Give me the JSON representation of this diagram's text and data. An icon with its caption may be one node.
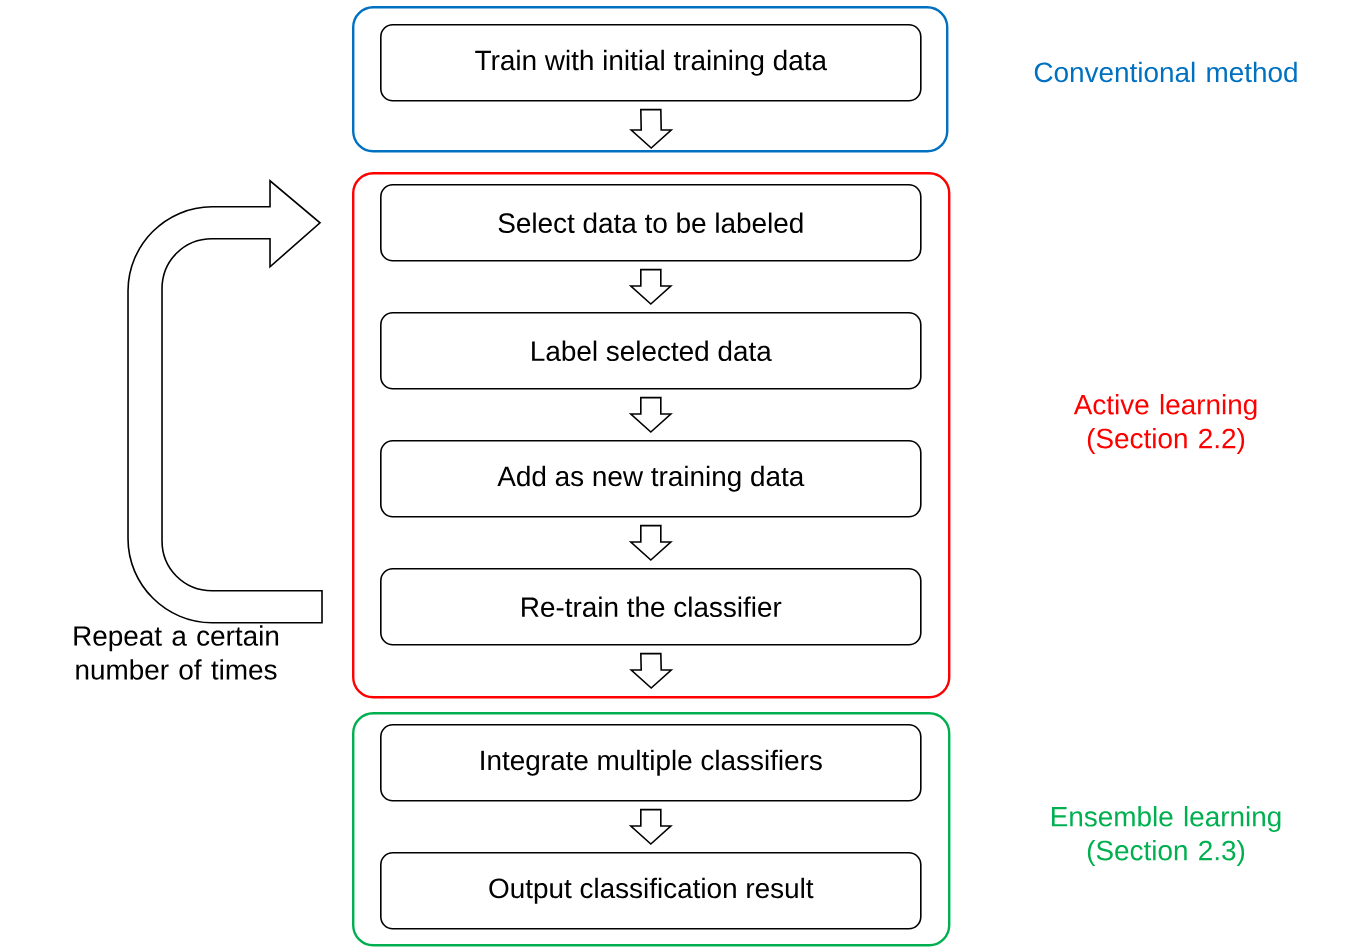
{
  "diagram": {
    "nodes": [
      {
        "text": [
          "Conventional method"
        ]
      },
      {
        "text": [
          "Train with initial training data"
        ],
        "in": 0
      },
      {
        "text": [
          "Active learning (Section 2.2)"
        ]
      },
      {
        "text": [
          "Select data to be labeled"
        ],
        "in": 2
      },
      {
        "text": [
          "Label selected data"
        ],
        "in": 2
      },
      {
        "text": [
          "Add as new training data"
        ],
        "in": 2
      },
      {
        "text": [
          "Re-train the classifier"
        ],
        "in": 2
      },
      {
        "text": [
          "Ensemble learning (Section 2.3)"
        ]
      },
      {
        "text": [
          "Integrate multiple classifiers"
        ],
        "in": 7
      },
      {
        "text": [
          "Output classification result"
        ],
        "in": 7
      }
    ],
    "edges": [
      {
        "from": 1,
        "to": 2,
        "arrow": "to"
      },
      {
        "from": 3,
        "to": 4,
        "arrow": "to"
      },
      {
        "from": 4,
        "to": 5,
        "arrow": "to"
      },
      {
        "from": 5,
        "to": 6,
        "arrow": "to"
      },
      {
        "from": 6,
        "to": 7,
        "arrow": "to"
      },
      {
        "from": 8,
        "to": 9,
        "arrow": "to"
      },
      {
        "from": 6,
        "to": 3,
        "arrow": "to"
      }
    ],
    "labels": [
      "Repeat a certain number of times"
    ]
  }
}
